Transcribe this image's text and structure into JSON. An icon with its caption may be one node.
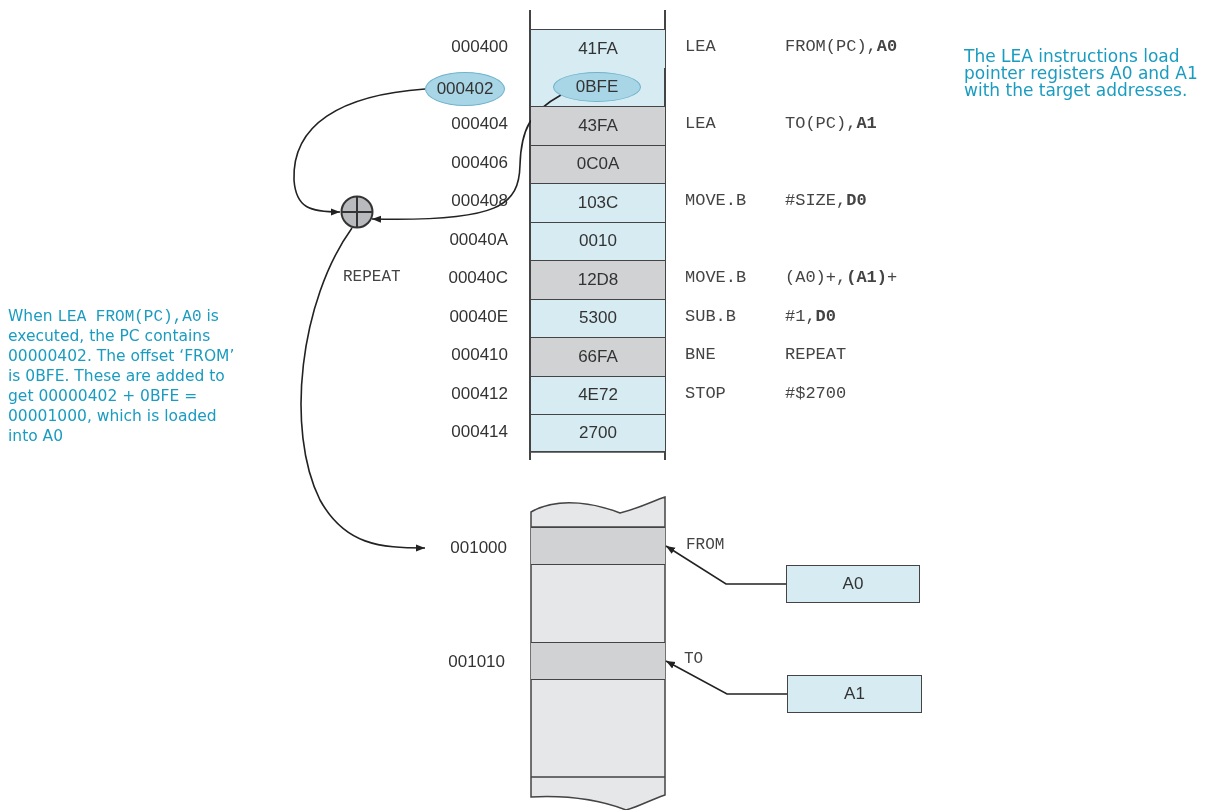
{
  "diagram": {
    "nodes": [
      {
        "text": [
          "41FA"
        ]
      },
      {
        "text": [
          "0BFE"
        ]
      },
      {
        "text": [
          "43FA"
        ]
      },
      {
        "text": [
          "0C0A"
        ]
      },
      {
        "text": [
          "103C"
        ]
      },
      {
        "text": [
          "0010"
        ]
      },
      {
        "text": [
          "12D8"
        ]
      },
      {
        "text": [
          "5300"
        ]
      },
      {
        "text": [
          "66FA"
        ]
      },
      {
        "text": [
          "4E72"
        ]
      },
      {
        "text": [
          "2700"
        ]
      },
      {
        "text": [
          "000402"
        ]
      },
      {
        "text": [],
        "shape": "circle"
      },
      {
        "text": [
          "001000"
        ]
      },
      {
        "text": [],
        "shape": "box"
      },
      {
        "text": [],
        "shape": "box"
      },
      {
        "text": [
          "A0"
        ]
      },
      {
        "text": [
          "A1"
        ]
      }
    ],
    "edges": [
      {
        "from": 11,
        "to": 12,
        "arrow": "to"
      },
      {
        "from": 1,
        "to": 12,
        "arrow": "to"
      },
      {
        "from": 12,
        "to": 13,
        "arrow": "to"
      },
      {
        "from": 16,
        "to": 14,
        "arrow": "to"
      },
      {
        "from": 17,
        "to": 15,
        "arrow": "to"
      }
    ],
    "labels": [
      "000400",
      "000404",
      "000406",
      "000408",
      "00040A",
      "REPEAT",
      "00040C",
      "00040E",
      "000410",
      "000412",
      "000414",
      "LEA",
      "FROM(PC),**A0**",
      "LEA",
      "TO(PC),**A1**",
      "MOVE.B",
      "#SIZE,**D0**",
      "MOVE.B",
      "(A0)+,**(A1)**+",
      "SUB.B",
      "#1,**D0**",
      "BNE",
      "REPEAT",
      "STOP",
      "#$2700",
      "The LEA instructions load pointer registers A0 and A1 with the target addresses.",
      "When",
      "LEA FROM(PC),A0",
      "is executed, the PC contains 00000402. The offset ‘FROM’ is 0BFE. These are added to get 00000402 + 0BFE = 00001000, which is loaded into A0",
      "FROM",
      "001010",
      "TO"
    ]
  }
}
